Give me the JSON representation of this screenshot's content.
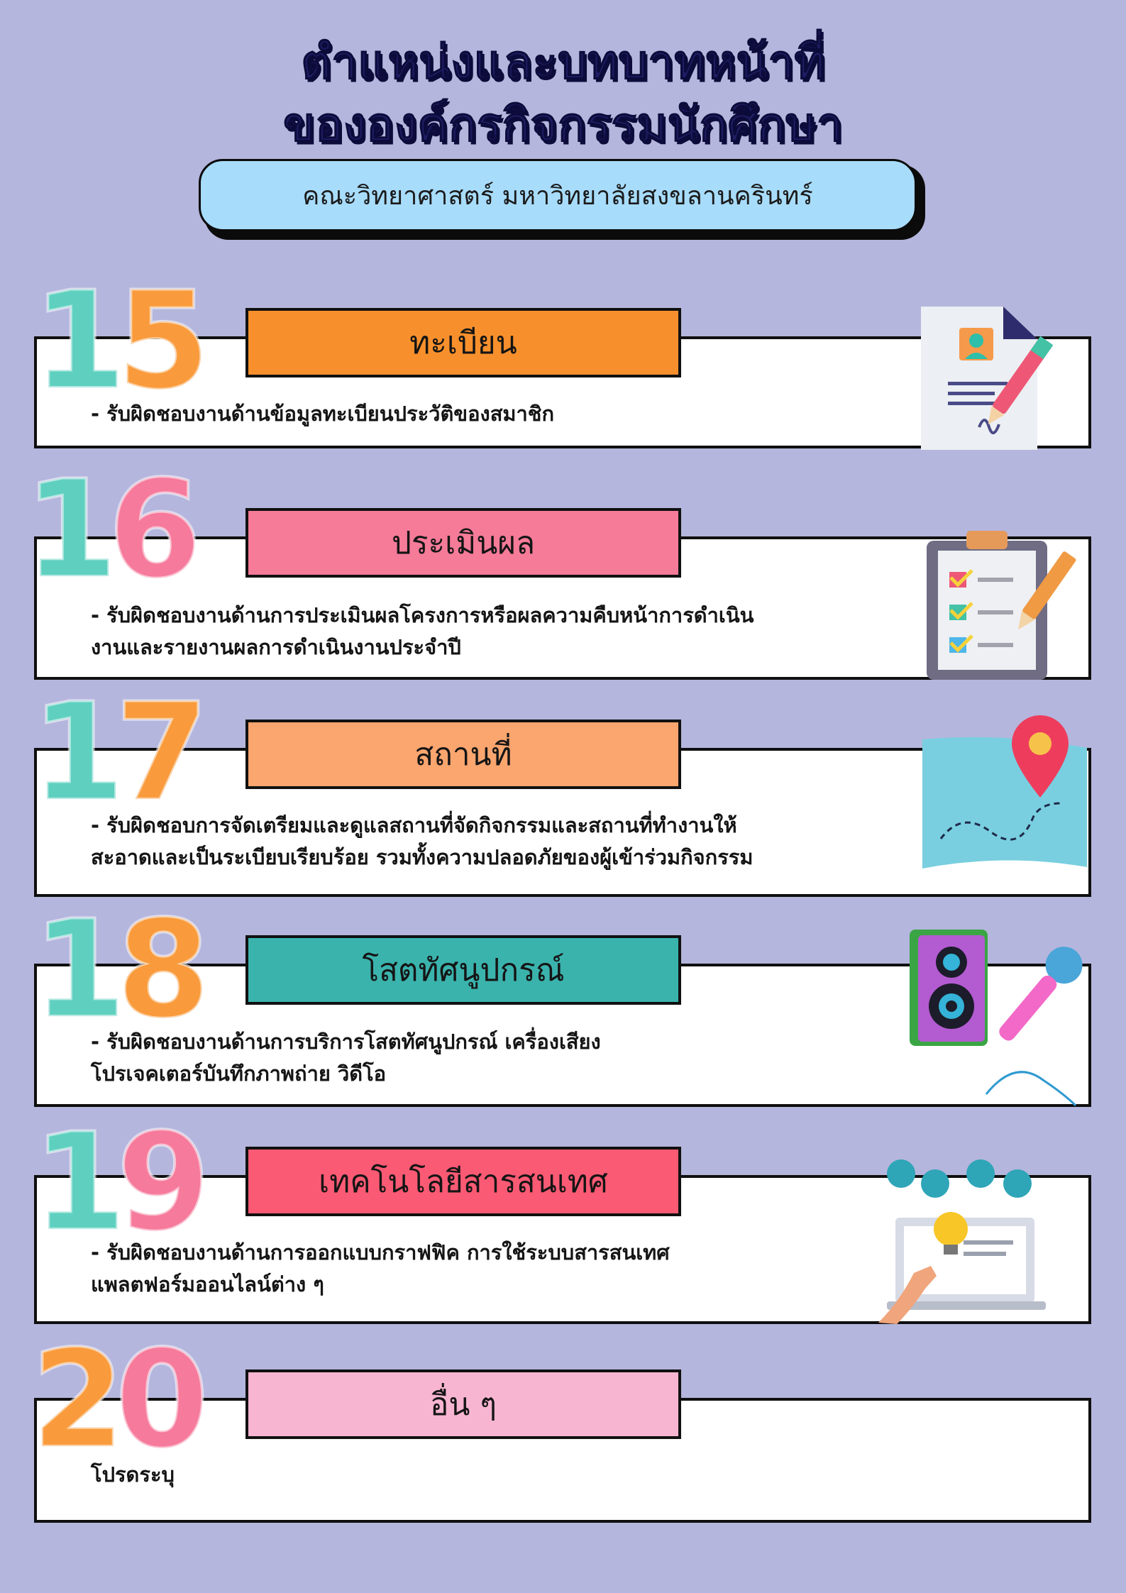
{
  "title": {
    "line1": "ตำแหน่งและบทบาทหน้าที่",
    "line2": "ขององค์กรกิจกรรมนักศึกษา"
  },
  "subtitle": "คณะวิทยาศาสตร์ มหาวิทยาลัยสงขลานครินทร์",
  "sections": [
    {
      "number_first": "1",
      "number_second": "5",
      "label": "ทะเบียน",
      "label_color": "#f7902c",
      "desc_lines": [
        "- รับผิดชอบงานด้านข้อมูลทะเบียนประวัติของสมาชิก"
      ],
      "icon": "document-pen-icon"
    },
    {
      "number_first": "1",
      "number_second": "6",
      "label": "ประเมินผล",
      "label_color": "#f57b99",
      "desc_lines": [
        "- รับผิดชอบงานด้านการประเมินผลโครงการหรือผลความคืบหน้าการดำเนิน",
        "งานและรายงานผลการดำเนินงานประจำปี"
      ],
      "icon": "clipboard-checklist-icon"
    },
    {
      "number_first": "1",
      "number_second": "7",
      "label": "สถานที่",
      "label_color": "#fba56f",
      "desc_lines": [
        "- รับผิดชอบการจัดเตรียมและดูแลสถานที่จัดกิจกรรมและสถานที่ทำงานให้",
        "สะอาดและเป็นระเบียบเรียบร้อย รวมทั้งความปลอดภัยของผู้เข้าร่วมกิจกรรม"
      ],
      "icon": "map-pin-icon"
    },
    {
      "number_first": "1",
      "number_second": "8",
      "label": "โสตทัศนูปกรณ์",
      "label_color": "#3bb3ad",
      "desc_lines": [
        "- รับผิดชอบงานด้านการบริการโสตทัศนูปกรณ์ เครื่องเสียง",
        "โปรเจคเตอร์บันทึกภาพถ่าย วิดีโอ"
      ],
      "icon": "speaker-microphone-icon"
    },
    {
      "number_first": "1",
      "number_second": "9",
      "label": "เทคโนโลยีสารสนเทศ",
      "label_color": "#fb5a74",
      "desc_lines": [
        "- รับผิดชอบงานด้านการออกแบบกราฟฟิค การใช้ระบบสารสนเทศ",
        "แพลตฟอร์มออนไลน์ต่าง ๆ"
      ],
      "icon": "laptop-idea-icon"
    },
    {
      "number_first": "2",
      "number_second": "0",
      "label": "อื่น ๆ",
      "label_color": "#f8b5d1",
      "desc_lines": [
        "โปรดระบุ"
      ],
      "icon": ""
    }
  ],
  "colors": {
    "background": "#b5b6dd",
    "title": "#1f1d63",
    "subtitle_bg": "#a8dcfb",
    "teal_digit": "#5fd0c0",
    "orange_digit": "#f99b3c",
    "pink_digit": "#f67a9c"
  }
}
